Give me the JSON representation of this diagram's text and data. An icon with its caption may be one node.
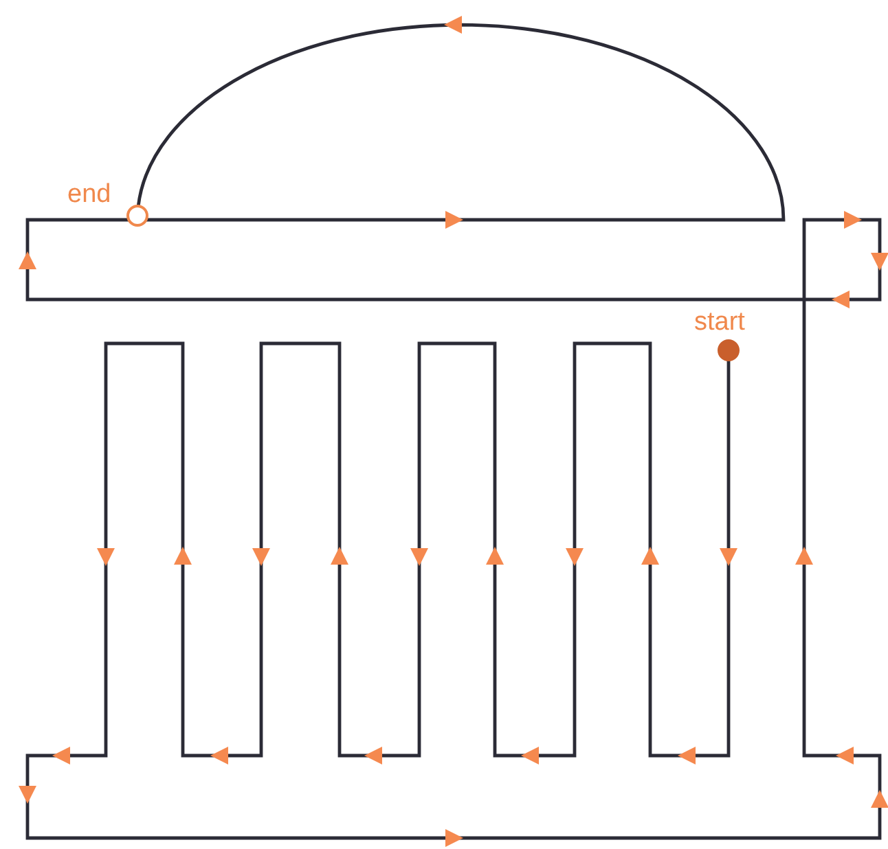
{
  "diagram": {
    "nodes": [
      {
        "text": [],
        "shape": "circle",
        "beside": [
          "start"
        ]
      },
      {
        "text": [],
        "shape": "circle",
        "beside": [
          "end"
        ]
      }
    ],
    "edges": [
      {
        "from": 0,
        "to": 1,
        "arrow": "to"
      }
    ]
  }
}
